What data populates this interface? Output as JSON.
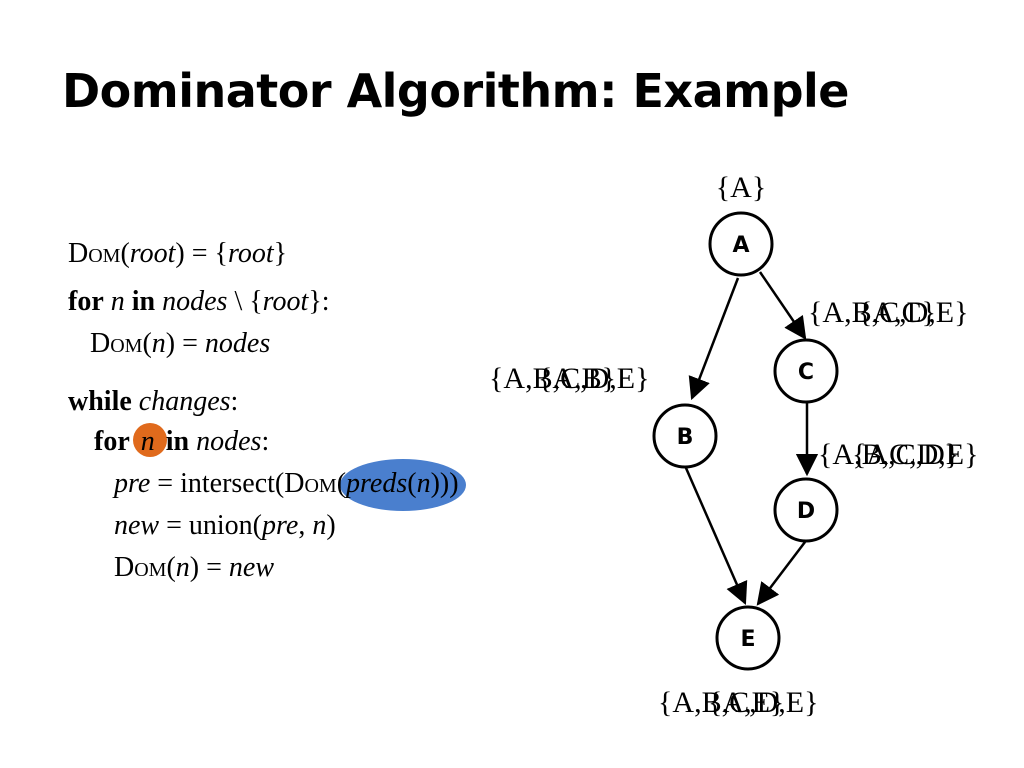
{
  "title": "Dominator Algorithm: Example",
  "code": {
    "l1_dom": "Dom",
    "l1_open": "(",
    "l1_root": "root",
    "l1_mid": ") = {",
    "l1_root2": "root",
    "l1_close": "}",
    "l2_for": "for",
    "l2_n": "n",
    "l2_in": "in",
    "l2_nodes": "nodes",
    "l2_minus": "\\ {",
    "l2_root": "root",
    "l2_close": "}:",
    "l3_dom": "Dom",
    "l3_open": "(",
    "l3_n": "n",
    "l3_mid": ") =",
    "l3_nodes": "nodes",
    "l4_while": "while",
    "l4_changes": "changes",
    "l4_colon": ":",
    "l5_for": "for",
    "l5_n": "n",
    "l5_in": "in",
    "l5_nodes": "nodes",
    "l5_colon": ":",
    "l6_pre": "pre",
    "l6_mid": "= intersect(",
    "l6_dom": "Dom",
    "l6_open": "(",
    "l6_preds": "preds",
    "l6_open2": "(",
    "l6_n": "n",
    "l6_close": ")))",
    "l7_new": "new",
    "l7_mid": "= union(",
    "l7_pre": "pre",
    "l7_comma": ",",
    "l7_n": "n",
    "l7_close": ")",
    "l8_dom": "Dom",
    "l8_open": "(",
    "l8_n": "n",
    "l8_mid": ") =",
    "l8_new": "new"
  },
  "graph": {
    "nodes": {
      "A": "A",
      "B": "B",
      "C": "C",
      "D": "D",
      "E": "E"
    },
    "sets": {
      "A": "{A}",
      "B": "{A,B,C,D,E}",
      "B_overlay": "{A,B}",
      "C": "{A,B,C,D,E}",
      "C_overlay": "{A,C}",
      "D": "{A,B,C,D,E}",
      "D_overlay": "{A,C,D}",
      "E": "{A,B,C,D,E}",
      "E_overlay": "{A,E}"
    },
    "colors": {
      "highlight_n": "#e06a1c",
      "highlight_preds": "#4a7fce"
    }
  }
}
